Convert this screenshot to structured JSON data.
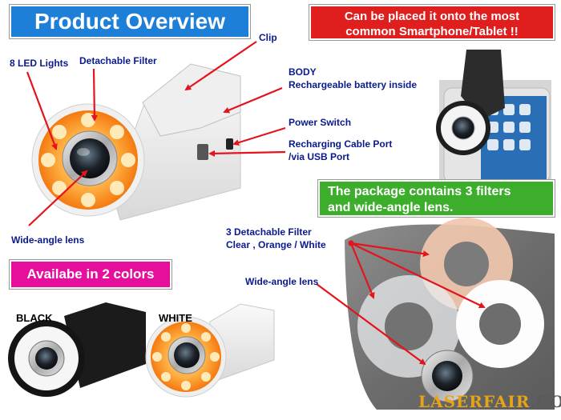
{
  "title": "Product Overview",
  "compat_banner": {
    "line1": "Can be placed it onto the most",
    "line2": "common Smartphone/Tablet !!"
  },
  "package_banner": {
    "line1": "The package contains 3 filters",
    "line2": "and wide-angle lens."
  },
  "colors_banner": "Availabe in 2 colors",
  "labels": {
    "led": "8 LED Lights",
    "filter": "Detachable Filter",
    "clip": "Clip",
    "body_1": "BODY",
    "body_2": "Rechargeable battery inside",
    "power": "Power Switch",
    "cable_1": "Recharging Cable Port",
    "cable_2": "/via USB Port",
    "lens_main": "Wide-angle lens",
    "filters_1": "3 Detachable Filter",
    "filters_2": "Clear , Orange / White",
    "lens_kit": "Wide-angle lens",
    "black": "BLACK",
    "white": "WHITE"
  },
  "brand": {
    "main": "LASERFAIR",
    "suffix": ".COM"
  },
  "colors": {
    "title_blue": "#1e7fd8",
    "banner_red": "#e01e1e",
    "banner_green": "#3cae2b",
    "banner_pink": "#e60f9d",
    "label_navy": "#0a1a8c",
    "arrow_red": "#e3141b",
    "led_orange": "#f7922a",
    "brand_gold": "#e8a317"
  }
}
